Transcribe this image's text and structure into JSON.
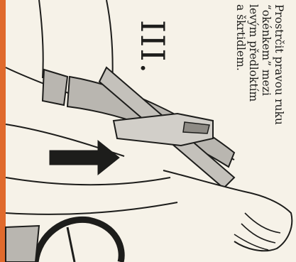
{
  "step": {
    "number": "III."
  },
  "caption": {
    "lines": [
      "Prostrčit pravou ruku",
      "“okénkem” mezi",
      "levým předloktím",
      "a škrtidlem."
    ]
  },
  "colors": {
    "edge_accent": "#e06a2c",
    "ink": "#1d1d1b",
    "paper": "#f6f2e8",
    "tourniquet_fill": "#b9b6b0"
  },
  "icons": {
    "direction_arrow": "arrow-down-icon",
    "tourniquet_ring": "ring-icon"
  }
}
